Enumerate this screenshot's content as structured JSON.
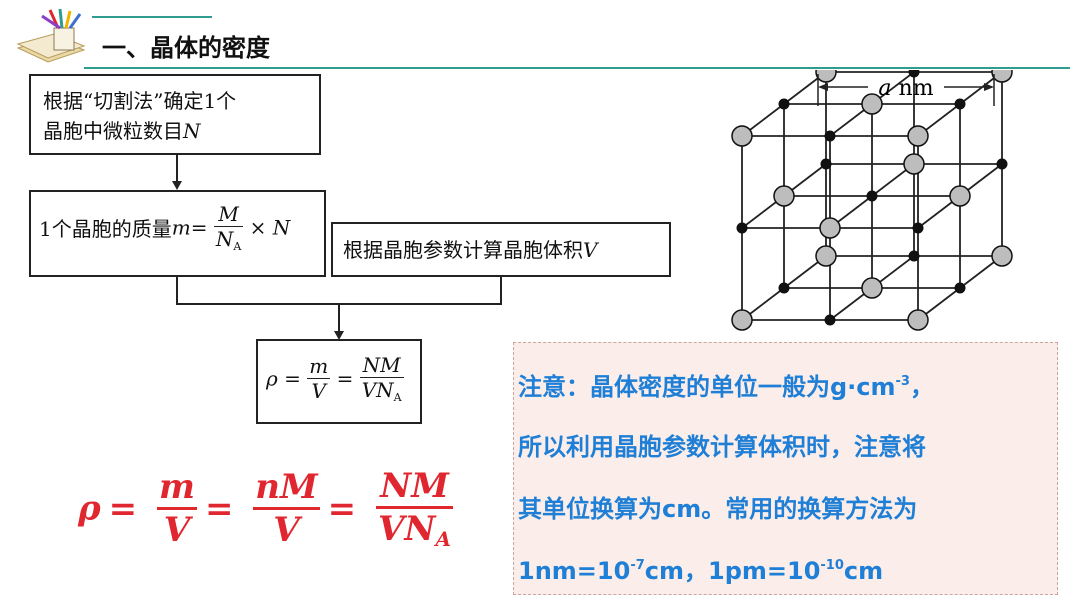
{
  "header": {
    "title": "一、晶体的密度"
  },
  "flowchart": {
    "box1_text": "根据“切割法”确定1个晶胞中微粒数目N",
    "box1_line1": "根据“切割法”确定1个",
    "box1_line2_prefix": "晶胞中微粒数目",
    "box1_line2_var": "N",
    "box2_prefix": "1个晶胞的质量",
    "box2_var": "m",
    "box2_eq": "=",
    "box2_num": "M",
    "box2_den": "N",
    "box2_den_sub": "A",
    "box2_times": "×",
    "box2_tail": "N",
    "box3_text": "根据晶胞参数计算晶胞体积",
    "box3_var": "V",
    "box4_rho": "ρ",
    "box4_eq": "=",
    "box4_num1": "m",
    "box4_den1": "V",
    "box4_num2": "NM",
    "box4_den2": "VN",
    "box4_den2_sub": "A"
  },
  "red_formula": {
    "rho": "ρ",
    "eq": "=",
    "f1_num": "m",
    "f1_den": "V",
    "f2_num": "nM",
    "f2_den": "V",
    "f3_num": "NM",
    "f3_den": "VN",
    "f3_den_sub": "A",
    "color": "#e0262f"
  },
  "lattice": {
    "label_var": "a",
    "label_unit": " nm"
  },
  "note": {
    "line1": "注意：晶体密度的单位一般为g·cm",
    "line1_sup": "-3",
    "line1_end": "，",
    "line2": "所以利用晶胞参数计算体积时，注意将",
    "line3": "其单位换算为cm。常用的换算方法为",
    "line4_a": "1nm=10",
    "line4_a_sup": "-7",
    "line4_b": "cm，1pm=10",
    "line4_b_sup": "-10",
    "line4_c": "cm",
    "text_color": "#1f7fd6",
    "bg_color": "#fbeeea"
  }
}
